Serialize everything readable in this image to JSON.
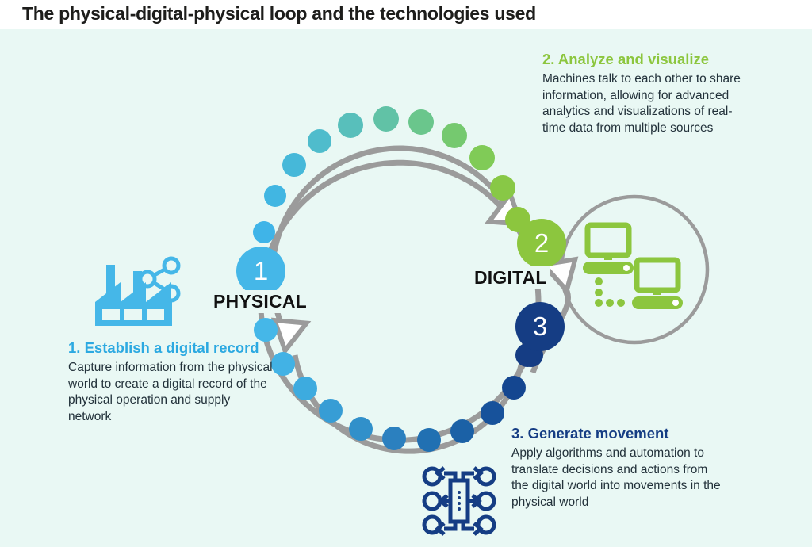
{
  "page": {
    "title": "The physical-digital-physical loop and the technologies used",
    "background_color": "#e9f8f4"
  },
  "colors": {
    "light_blue": "#45b7e8",
    "mid_blue": "#2a7fc1",
    "navy": "#153d84",
    "green": "#8cc63e",
    "teal": "#5cc0b6",
    "ring_gray": "#9b9b9b",
    "title_black": "#1d1d1b"
  },
  "stages": {
    "physical_label": "PHYSICAL",
    "digital_label": "DIGITAL",
    "badge_1": "1",
    "badge_2": "2",
    "badge_3": "3"
  },
  "steps": [
    {
      "number": "1",
      "heading": "1. Establish a digital record",
      "body": "Capture information from the physical world to create a digital record of the physical operation and supply network",
      "color": "#2ca9e1",
      "icon": "factory-share-icon"
    },
    {
      "number": "2",
      "heading": "2. Analyze and visualize",
      "body": "Machines talk to each other to share information, allowing for advanced analytics and visualizations of real-time data from multiple sources",
      "color": "#8cc63e",
      "icon": "networked-computers-icon"
    },
    {
      "number": "3",
      "heading": "3. Generate movement",
      "body": "Apply algorithms and automation to translate decisions and actions from the digital world into movements in the physical world",
      "color": "#153d84",
      "icon": "automation-flow-icon"
    }
  ],
  "chart_data": {
    "type": "diagram",
    "title": "The physical-digital-physical loop and the technologies used",
    "loop_direction": "clockwise",
    "nodes": [
      {
        "id": "1",
        "label": "PHYSICAL",
        "color": "#45b7e8"
      },
      {
        "id": "2",
        "label": "DIGITAL",
        "color": "#8cc63e"
      },
      {
        "id": "3",
        "label": "",
        "color": "#153d84"
      }
    ],
    "dot_gradient_top": [
      "#45b7e8",
      "#4ab6e0",
      "#51bcd2",
      "#5cc0b6",
      "#62c29d",
      "#6fc77f",
      "#7ecb5f",
      "#8cc63e"
    ],
    "dot_gradient_bottom": [
      "#153d84",
      "#14458f",
      "#1a5a9e",
      "#2271b2",
      "#2a7fc1",
      "#3593d1",
      "#3fa6de",
      "#45b7e8"
    ]
  }
}
